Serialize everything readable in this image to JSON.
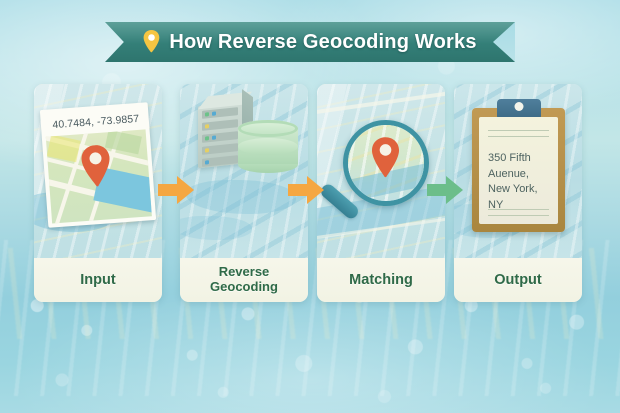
{
  "banner": {
    "title": "How Reverse Geocoding Works",
    "pin_icon": "map-pin-icon",
    "color": "#35817a",
    "pin_color": "#f5c542",
    "text_color": "#ffffff"
  },
  "background": {
    "style": "watercolor-aqua-bokeh",
    "base_color": "#a9dce6",
    "highlight_color": "#f6f0c8"
  },
  "steps": [
    {
      "id": "input",
      "label": "Input",
      "label_lines": [
        "Input"
      ],
      "icon": "map-photo-with-pin-icon",
      "coordinates": "40.7484, -73.9857",
      "pin_color": "#e0623c"
    },
    {
      "id": "reverse-geocoding",
      "label": "Reverse Geocoding",
      "label_lines": [
        "Reverse",
        "Geocoding"
      ],
      "icon": "server-and-database-icon",
      "server_color": "#c3d4cd",
      "database_color": "#a8d4ae"
    },
    {
      "id": "matching",
      "label": "Matching",
      "label_lines": [
        "Matching"
      ],
      "icon": "magnifying-glass-over-map-icon",
      "glass_color": "#3f93a3",
      "pin_color": "#e0623c"
    },
    {
      "id": "output",
      "label": "Output",
      "label_lines": [
        "Output"
      ],
      "icon": "clipboard-icon",
      "address_lines": [
        "350 Fifth",
        "Auenue,",
        "New York, NY"
      ],
      "board_color": "#b8904b",
      "clip_color": "#44738e"
    }
  ],
  "arrows": [
    {
      "id": "arrow-input-to-geocoding",
      "name": "arrow-right-icon",
      "color": "#f5a742"
    },
    {
      "id": "arrow-geocoding-to-matching",
      "name": "arrow-right-icon",
      "color": "#f5a742"
    },
    {
      "id": "arrow-matching-to-output",
      "name": "arrow-right-icon",
      "color": "#6cbe8a"
    }
  ],
  "label_color": "#2f6a48"
}
